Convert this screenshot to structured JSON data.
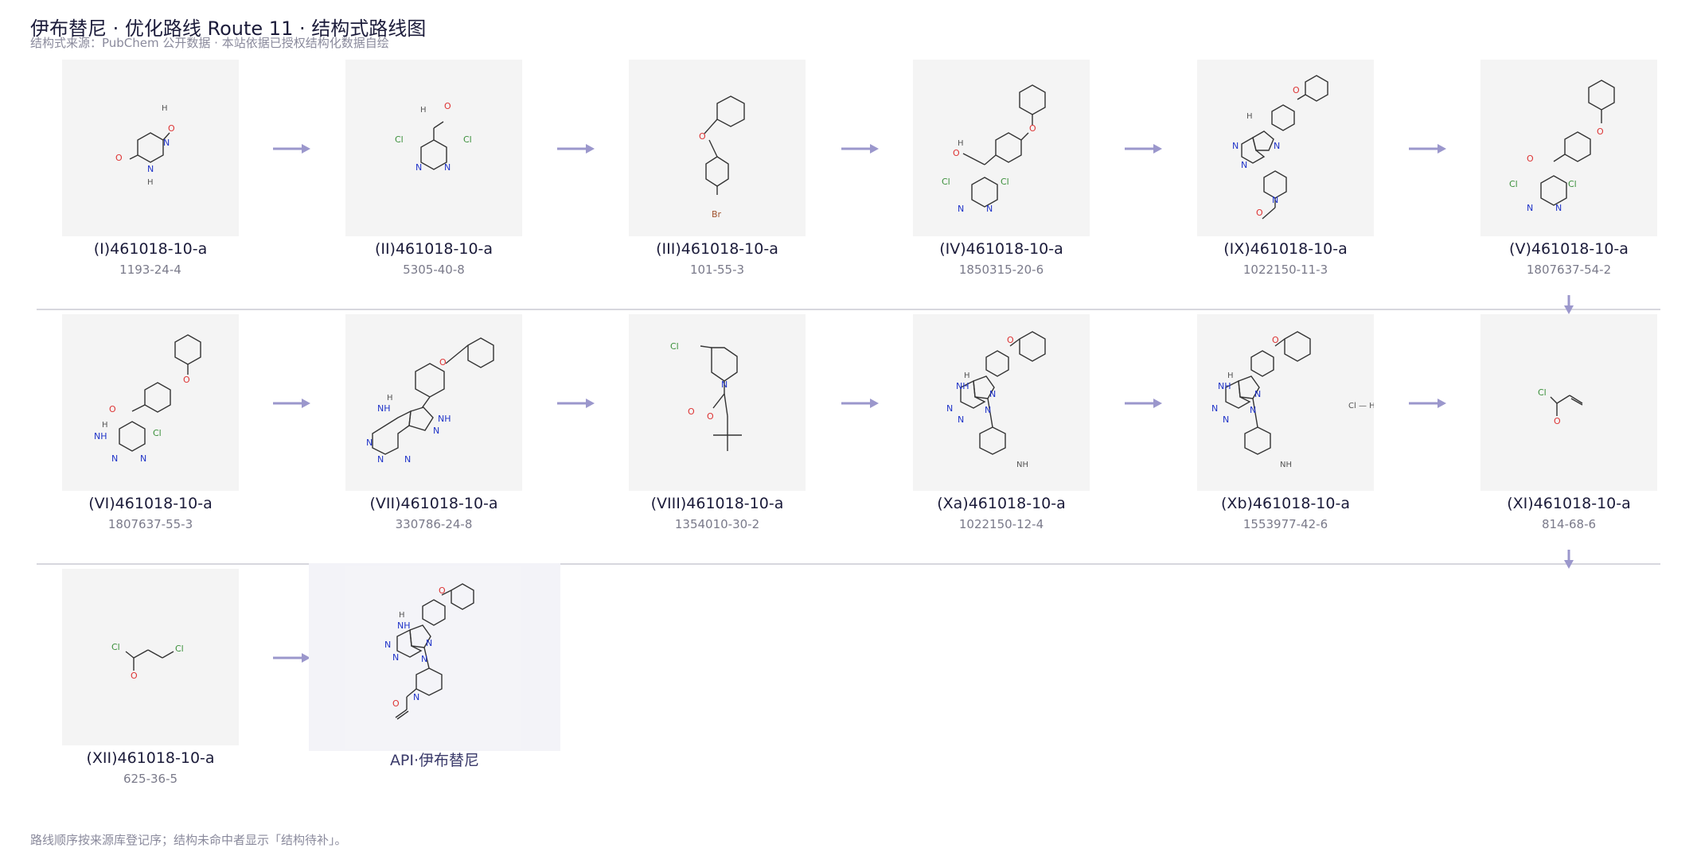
{
  "header": {
    "title": "伊布替尼 · 优化路线 Route 11 · 结构式路线图",
    "subtitle": "结构式来源：PubChem 公开数据 · 本站依据已授权结构化数据自绘"
  },
  "footnote": "路线顺序按来源库登记序；结构未命中者显示「结构待补」。",
  "compounds": [
    {
      "label": "(I)461018-10-a",
      "cas": "1193-24-4"
    },
    {
      "label": "(II)461018-10-a",
      "cas": "5305-40-8"
    },
    {
      "label": "(III)461018-10-a",
      "cas": "101-55-3"
    },
    {
      "label": "(IV)461018-10-a",
      "cas": "1850315-20-6"
    },
    {
      "label": "(IX)461018-10-a",
      "cas": "1022150-11-3"
    },
    {
      "label": "(V)461018-10-a",
      "cas": "1807637-54-2"
    },
    {
      "label": "(VI)461018-10-a",
      "cas": "1807637-55-3"
    },
    {
      "label": "(VII)461018-10-a",
      "cas": "330786-24-8"
    },
    {
      "label": "(VIII)461018-10-a",
      "cas": "1354010-30-2"
    },
    {
      "label": "(Xa)461018-10-a",
      "cas": "1022150-12-4"
    },
    {
      "label": "(Xb)461018-10-a",
      "cas": "1553977-42-6"
    },
    {
      "label": "(XI)461018-10-a",
      "cas": "814-68-6"
    },
    {
      "label": "(XII)461018-10-a",
      "cas": "625-36-5"
    }
  ],
  "api": {
    "label": "API·伊布替尼"
  },
  "structure_text": {
    "o": "O",
    "n": "N",
    "h": "H",
    "nh": "NH",
    "nh2": "NH",
    "h2": "H",
    "cl": "Cl",
    "br": "Br",
    "hcl": "Cl — H"
  },
  "colors": {
    "arrow": "#9b97cc",
    "card_bg": "#f4f4f4",
    "api_bg": "#f3f3f8",
    "separator": "#d7d7de",
    "oxygen": "#dd3333",
    "nitrogen": "#1f33c8",
    "chlorine": "#3a8f3a",
    "bromine": "#a0522d"
  }
}
